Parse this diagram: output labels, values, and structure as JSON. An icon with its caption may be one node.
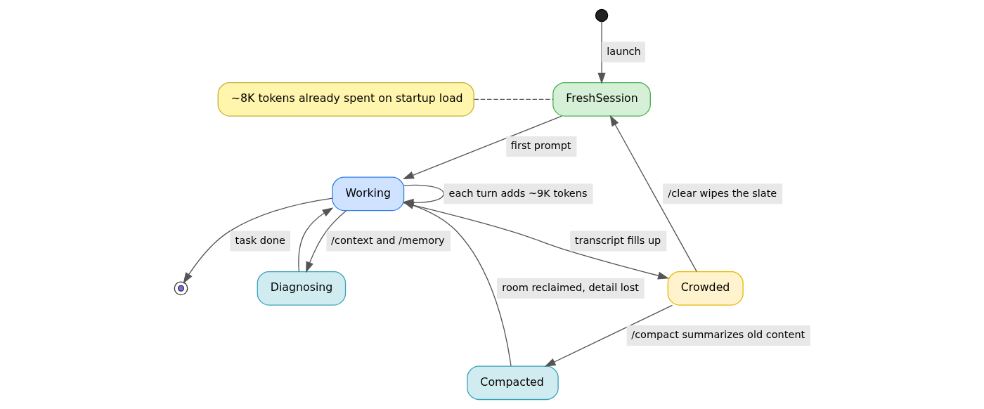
{
  "diagram": {
    "nodes": [
      {
        "text": [],
        "shape": "circle"
      },
      {
        "text": [
          "FreshSession"
        ]
      },
      {
        "text": [
          "~8K tokens already spent on startup load"
        ]
      },
      {
        "text": [
          "Working"
        ]
      },
      {
        "text": [
          "Diagnosing"
        ]
      },
      {
        "text": [],
        "shape": "circle"
      },
      {
        "text": [
          "Crowded"
        ]
      },
      {
        "text": [
          "Compacted"
        ]
      }
    ],
    "edges": [
      {
        "from": 0,
        "to": 1,
        "arrow": "to",
        "label": "launch"
      },
      {
        "from": 2,
        "to": 1,
        "arrow": "none",
        "style": "dashed"
      },
      {
        "from": 1,
        "to": 3,
        "arrow": "to",
        "label": "first prompt"
      },
      {
        "from": 3,
        "to": 3,
        "arrow": "to",
        "label": "each turn adds ~9K tokens"
      },
      {
        "from": 3,
        "to": 4,
        "arrow": "to",
        "label": "/context and /memory"
      },
      {
        "from": 4,
        "to": 3,
        "arrow": "to"
      },
      {
        "from": 3,
        "to": 5,
        "arrow": "to",
        "label": "task done"
      },
      {
        "from": 3,
        "to": 6,
        "arrow": "to",
        "label": "transcript fills up"
      },
      {
        "from": 6,
        "to": 1,
        "arrow": "to",
        "label": "/clear wipes the slate"
      },
      {
        "from": 6,
        "to": 7,
        "arrow": "to",
        "label": "/compact summarizes old content"
      },
      {
        "from": 7,
        "to": 3,
        "arrow": "to",
        "label": "room reclaimed, detail lost"
      }
    ]
  }
}
